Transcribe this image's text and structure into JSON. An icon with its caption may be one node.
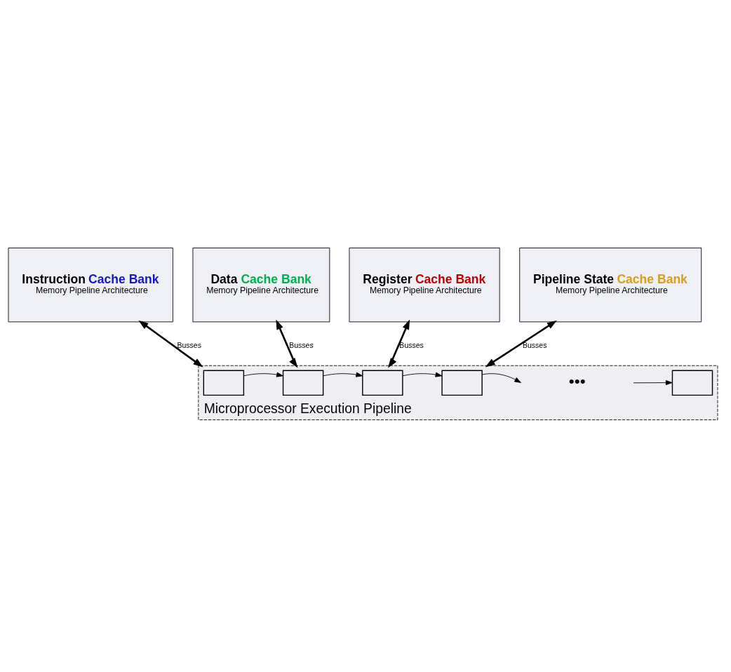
{
  "diagram": {
    "nodes": [
      {
        "text": [
          "Instruction Cache Bank",
          "Memory Pipeline Architecture"
        ]
      },
      {
        "text": [
          "Data Cache Bank",
          "Memory Pipeline Architecture"
        ]
      },
      {
        "text": [
          "Register Cache Bank",
          "Memory Pipeline Architecture"
        ]
      },
      {
        "text": [
          "Pipeline State Cache Bank",
          "Memory Pipeline Architecture"
        ]
      },
      {
        "text": [
          "Microprocessor Execution Pipeline"
        ]
      },
      {
        "text": [],
        "shape": "box",
        "in": 4
      },
      {
        "text": [],
        "shape": "box",
        "in": 4
      },
      {
        "text": [],
        "shape": "box",
        "in": 4
      },
      {
        "text": [],
        "shape": "box",
        "in": 4
      },
      {
        "text": [],
        "shape": "box",
        "in": 4
      }
    ],
    "edges": [
      {
        "from": 0,
        "to": 4,
        "arrow": "both",
        "label": "Busses",
        "style": "thick"
      },
      {
        "from": 1,
        "to": 4,
        "arrow": "both",
        "label": "Busses",
        "style": "thick"
      },
      {
        "from": 2,
        "to": 4,
        "arrow": "both",
        "label": "Busses",
        "style": "thick"
      },
      {
        "from": 3,
        "to": 4,
        "arrow": "both",
        "label": "Busses",
        "style": "thick"
      },
      {
        "from": 5,
        "to": 6,
        "arrow": "to"
      },
      {
        "from": 6,
        "to": 7,
        "arrow": "to"
      },
      {
        "from": 7,
        "to": 8,
        "arrow": "to"
      },
      {
        "from": 8,
        "to": null,
        "arrow": "to"
      },
      {
        "from": null,
        "to": 9,
        "arrow": "to"
      }
    ],
    "labels": [
      "•••"
    ]
  }
}
